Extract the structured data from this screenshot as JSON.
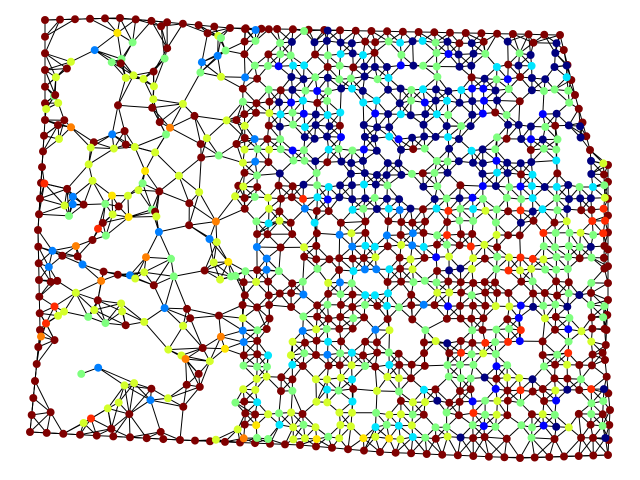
{
  "graph": {
    "type": "mesh-graph",
    "edge_color": "#000000",
    "background": "#ffffff",
    "color_scale": {
      "name": "jet",
      "stops": [
        "#00007f",
        "#0000ff",
        "#007fff",
        "#00e5ff",
        "#7fff7f",
        "#d4ff2a",
        "#ffe500",
        "#ff7f00",
        "#ff2a00",
        "#7f0000"
      ]
    },
    "regions": [
      {
        "name": "outer-ring",
        "dominant_color": "#7f0000"
      },
      {
        "name": "top-right",
        "dominant_color": "#00007f"
      },
      {
        "name": "top-middle",
        "dominant_color": "#7fff7f"
      },
      {
        "name": "left-half",
        "dominant_color": "#d4ff2a"
      },
      {
        "name": "center",
        "dominant_color": "#7f0000"
      },
      {
        "name": "bottom-middle",
        "dominant_color": "#d4ff2a"
      }
    ]
  }
}
